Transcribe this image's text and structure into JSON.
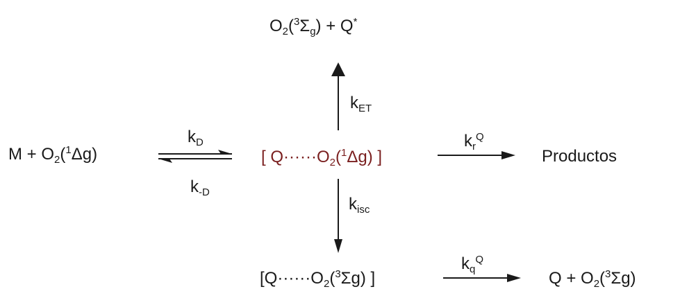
{
  "species": {
    "top": {
      "o2": "O",
      "o2_sub": "2",
      "open": "(",
      "multiplicity": "3",
      "term": "Σ",
      "term_sub": "g",
      "close": ")",
      "plus": " + Q",
      "star": "*"
    },
    "reactants": {
      "prefix": "M  +  O",
      "o2_sub": "2",
      "open": "(",
      "multiplicity": "1",
      "term": "Δg)"
    },
    "complex": {
      "prefix": "[ Q······O",
      "o2_sub": "2",
      "open": "(",
      "multiplicity": "1",
      "term": "Δg) ]"
    },
    "products": "Productos",
    "triplet_complex": {
      "prefix": "[Q······O",
      "o2_sub": "2",
      "open": "(",
      "multiplicity": "3",
      "term": "Σg) ]"
    },
    "final": {
      "prefix": "Q  +  O",
      "o2_sub": "2",
      "open": "(",
      "multiplicity": "3",
      "term": "Σg)"
    }
  },
  "rates": {
    "kD": {
      "k": "k",
      "sub": "D"
    },
    "k_minus_D": {
      "k": "k",
      "sub": "-D"
    },
    "kET": {
      "k": "k",
      "sub": "ET"
    },
    "kr": {
      "k": "k",
      "sub": "r",
      "sup": "Q"
    },
    "kisc": {
      "k": "k",
      "sub": "isc"
    },
    "kq": {
      "k": "k",
      "sub": "q",
      "sup": "Q"
    }
  },
  "colors": {
    "ink": "#1a1a1a",
    "complex": "#7a1f1f",
    "background": "#ffffff"
  }
}
